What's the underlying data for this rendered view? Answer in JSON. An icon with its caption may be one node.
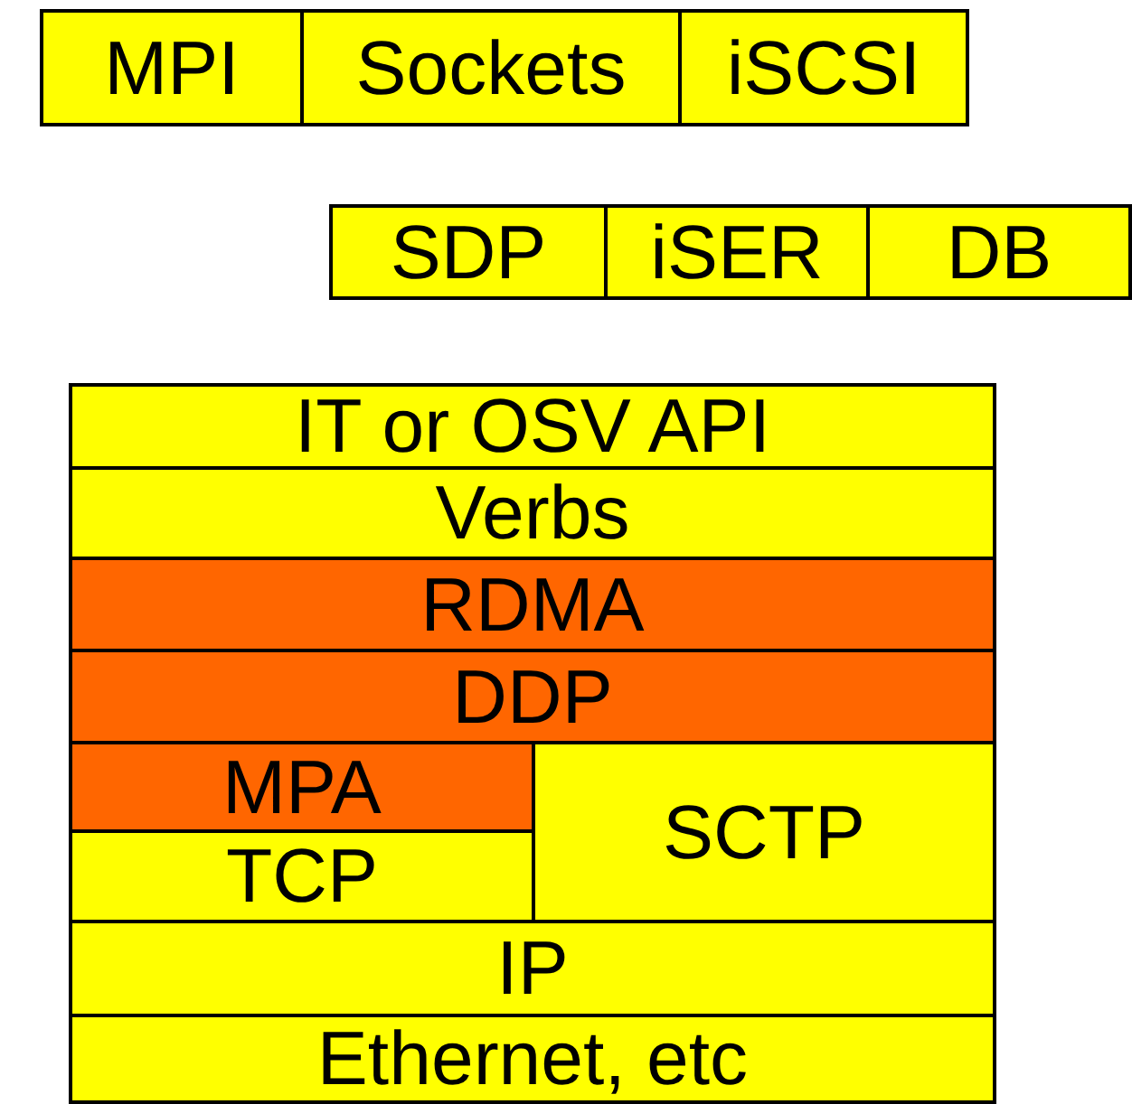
{
  "diagram": {
    "nodes": [
      {
        "text": [
          "MPI"
        ]
      },
      {
        "text": [
          "Sockets"
        ]
      },
      {
        "text": [
          "iSCSI"
        ]
      },
      {
        "text": [
          "SDP"
        ]
      },
      {
        "text": [
          "iSER"
        ]
      },
      {
        "text": [
          "DB"
        ]
      },
      {
        "text": [
          "IT or OSV API"
        ]
      },
      {
        "text": [
          "Verbs"
        ]
      },
      {
        "text": [
          "RDMA"
        ]
      },
      {
        "text": [
          "DDP"
        ]
      },
      {
        "text": [
          "MPA"
        ]
      },
      {
        "text": [
          "TCP"
        ]
      },
      {
        "text": [
          "SCTP"
        ]
      },
      {
        "text": [
          "IP"
        ]
      },
      {
        "text": [
          "Ethernet, etc"
        ]
      }
    ]
  }
}
